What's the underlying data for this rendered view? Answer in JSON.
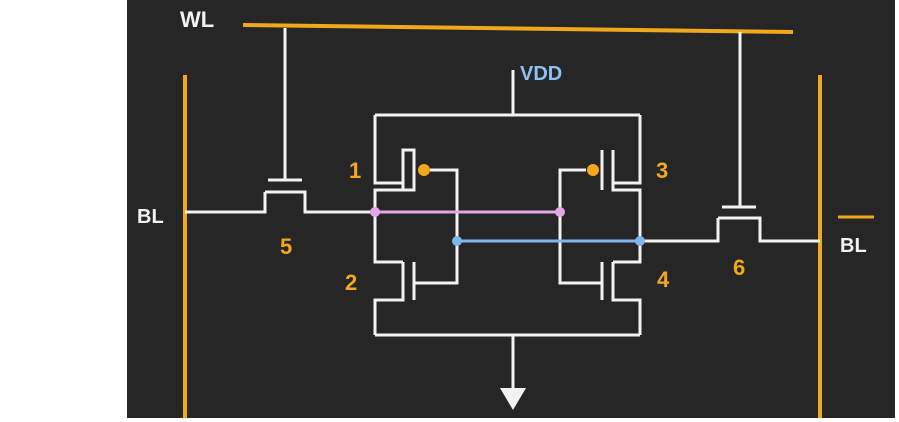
{
  "labels": {
    "wl": "WL",
    "vdd": "VDD",
    "bl_left": "BL",
    "bl_right": "BL",
    "t1": "1",
    "t2": "2",
    "t3": "3",
    "t4": "4",
    "t5": "5",
    "t6": "6"
  },
  "colors": {
    "background": "#262626",
    "wire": "#f2f2f2",
    "bus": "#f2a81d",
    "label_white": "#f2f2f2",
    "label_orange": "#f2a81d",
    "vdd_text": "#8fc0f0",
    "pink_link": "#e6a6e6",
    "blue_link": "#7fb6ea"
  },
  "icons": {
    "pmos_bubble": "filled-circle",
    "ground": "down-arrow"
  }
}
